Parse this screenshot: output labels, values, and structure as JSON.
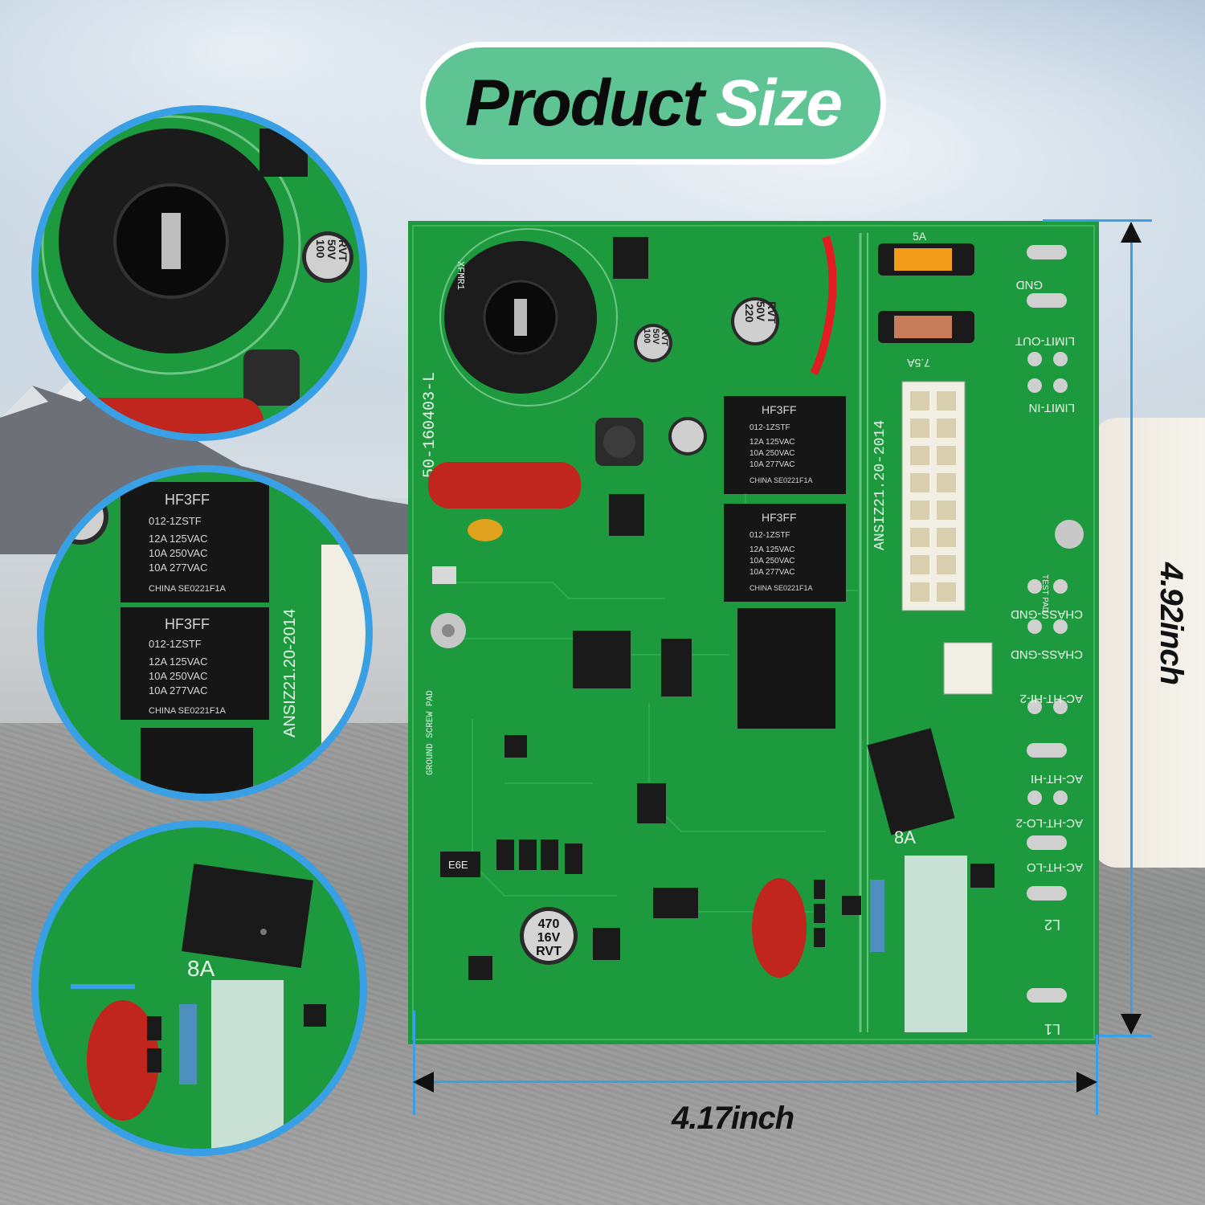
{
  "header": {
    "title_word_1": "Product",
    "title_word_2": "Size"
  },
  "dimensions": {
    "width_label": "4.17inch",
    "height_label": "4.92inch"
  },
  "board_labels": {
    "part_number": "50-160403-L",
    "standard": "ANSIZ21.20-2014",
    "xfmr": "XFMR1",
    "ground_pad": "GROUND SCREW PAD",
    "fuse_5a": "5A",
    "fuse_7_5a": "7.5A",
    "fuse_8a": "8A",
    "gnd": "GND",
    "limit_out": "LIMIT-OUT",
    "limit_in": "LIMIT-IN",
    "test_pad": "TEST PAD",
    "chass_gnd_1": "CHASS-GND",
    "chass_gnd_2": "CHASS-GND",
    "ac_ht_hi_2": "AC-HT-HI-2",
    "ac_ht_hi": "AC-HT-HI",
    "ac_ht_lo_2": "AC-HT-LO-2",
    "ac_ht_lo": "AC-HT-LO",
    "l2": "L2",
    "l1": "L1",
    "relay_brand": "HF3FF",
    "relay_model": "012-1ZSTF",
    "relay_rating_1": "12A 125VAC",
    "relay_rating_2": "10A 250VAC",
    "relay_rating_3": "10A 277VAC",
    "relay_origin": "CHINA SE0221F1A",
    "cap_220": "220",
    "cap_220_v": "50V",
    "cap_100": "100",
    "cap_100_v": "50V",
    "cap_470": "470",
    "cap_470_v": "16V",
    "cap_brand": "RVT",
    "inductor": "E6E"
  },
  "colors": {
    "pill_green": "#5fc493",
    "board_green": "#1e9a3e",
    "dimension_blue": "#3aa0e6"
  }
}
